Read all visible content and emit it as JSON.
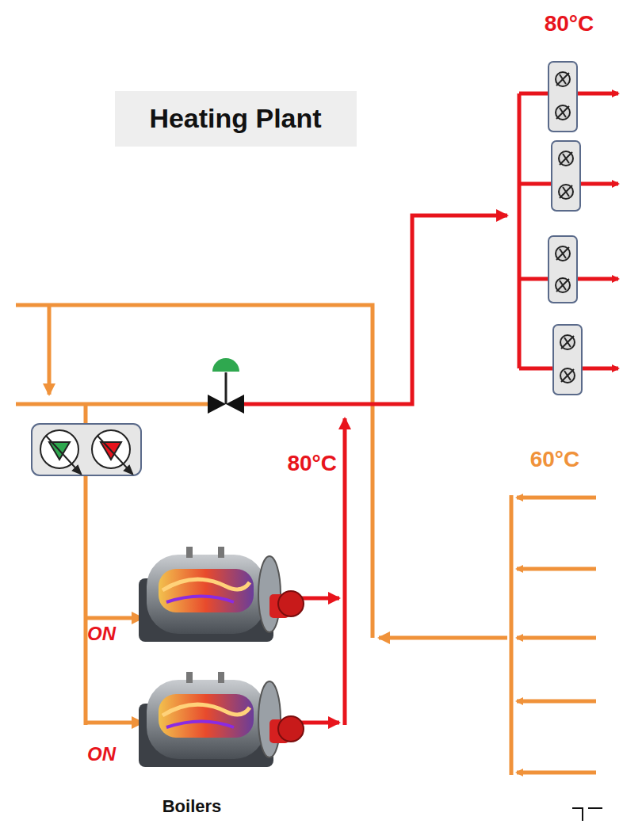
{
  "diagram": {
    "title": "Heating Plant",
    "labels": [
      "80°C",
      "80°C",
      "60°C",
      "ON",
      "ON",
      "Boilers"
    ]
  }
}
